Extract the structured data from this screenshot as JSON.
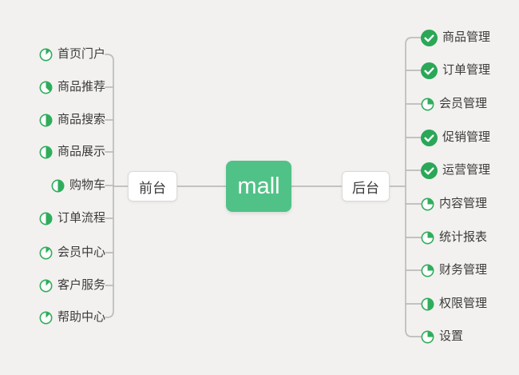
{
  "canvas": {
    "background": "#f2f1ef",
    "line_color": "#bdbcba"
  },
  "root": {
    "label": "mall",
    "fill": "#50c287",
    "text_color": "#ffffff"
  },
  "branches": [
    {
      "label": "前台",
      "side": "left",
      "items": [
        {
          "label": "首页门户",
          "icon": "progress-1-8"
        },
        {
          "label": "商品推荐",
          "icon": "progress-3-8"
        },
        {
          "label": "商品搜索",
          "icon": "progress-1-2"
        },
        {
          "label": "商品展示",
          "icon": "progress-1-2"
        },
        {
          "label": "购物车",
          "icon": "progress-1-2"
        },
        {
          "label": "订单流程",
          "icon": "progress-1-2"
        },
        {
          "label": "会员中心",
          "icon": "progress-1-8"
        },
        {
          "label": "客户服务",
          "icon": "progress-1-8"
        },
        {
          "label": "帮助中心",
          "icon": "progress-1-8"
        }
      ]
    },
    {
      "label": "后台",
      "side": "right",
      "items": [
        {
          "label": "商品管理",
          "icon": "task-done"
        },
        {
          "label": "订单管理",
          "icon": "task-done"
        },
        {
          "label": "会员管理",
          "icon": "progress-1-4"
        },
        {
          "label": "促销管理",
          "icon": "task-done"
        },
        {
          "label": "运营管理",
          "icon": "task-done"
        },
        {
          "label": "内容管理",
          "icon": "progress-1-4"
        },
        {
          "label": "统计报表",
          "icon": "progress-1-4"
        },
        {
          "label": "财务管理",
          "icon": "progress-1-4"
        },
        {
          "label": "权限管理",
          "icon": "progress-1-2"
        },
        {
          "label": "设置",
          "icon": "progress-1-4"
        }
      ]
    }
  ],
  "colors": {
    "progress_green": "#2fad5c",
    "done_green": "#2aa757",
    "check_mark": "#ffffff",
    "node_border": "#dcdad7",
    "label_text": "#3b3b3b"
  }
}
